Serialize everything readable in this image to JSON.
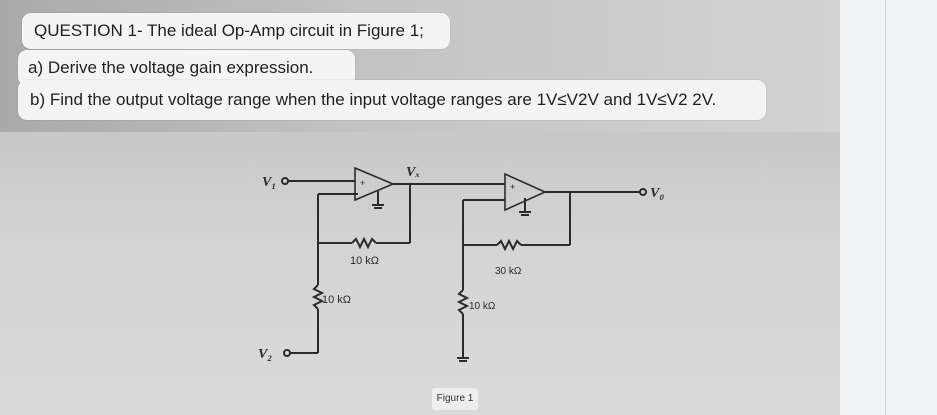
{
  "question": {
    "title": "QUESTION 1- The ideal Op-Amp circuit in Figure 1;",
    "part_a": "a) Derive the voltage gain expression.",
    "part_b": "b) Find the output voltage range when the input voltage ranges are 1V≤V2V and 1V≤V2 2V."
  },
  "figure": {
    "caption": "Figure 1",
    "labels": {
      "v1": "V₁",
      "v2": "V₂",
      "vx": "Vₓ",
      "vo": "V₀",
      "r1": "10 kΩ",
      "r2": "10 kΩ",
      "r3": "30 kΩ",
      "r4": "10 kΩ"
    }
  }
}
